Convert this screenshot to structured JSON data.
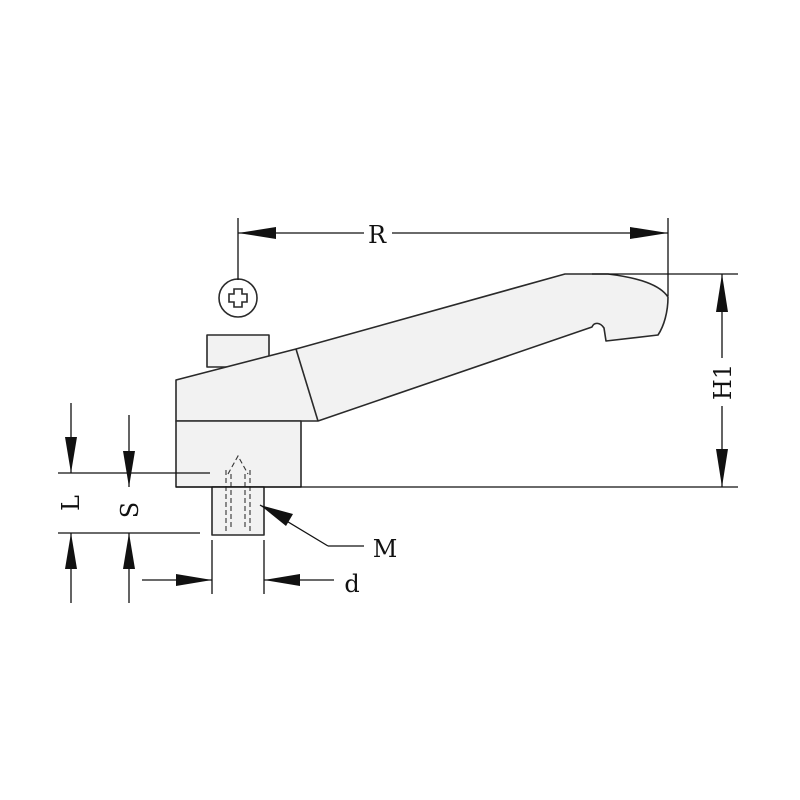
{
  "labels": {
    "R": "R",
    "H1": "H1",
    "L": "L",
    "S": "S",
    "M": "M",
    "d": "d"
  },
  "colors": {
    "part_fill": "#f2f2f2",
    "outline": "#2a2a2a",
    "dimension": "#111111"
  }
}
